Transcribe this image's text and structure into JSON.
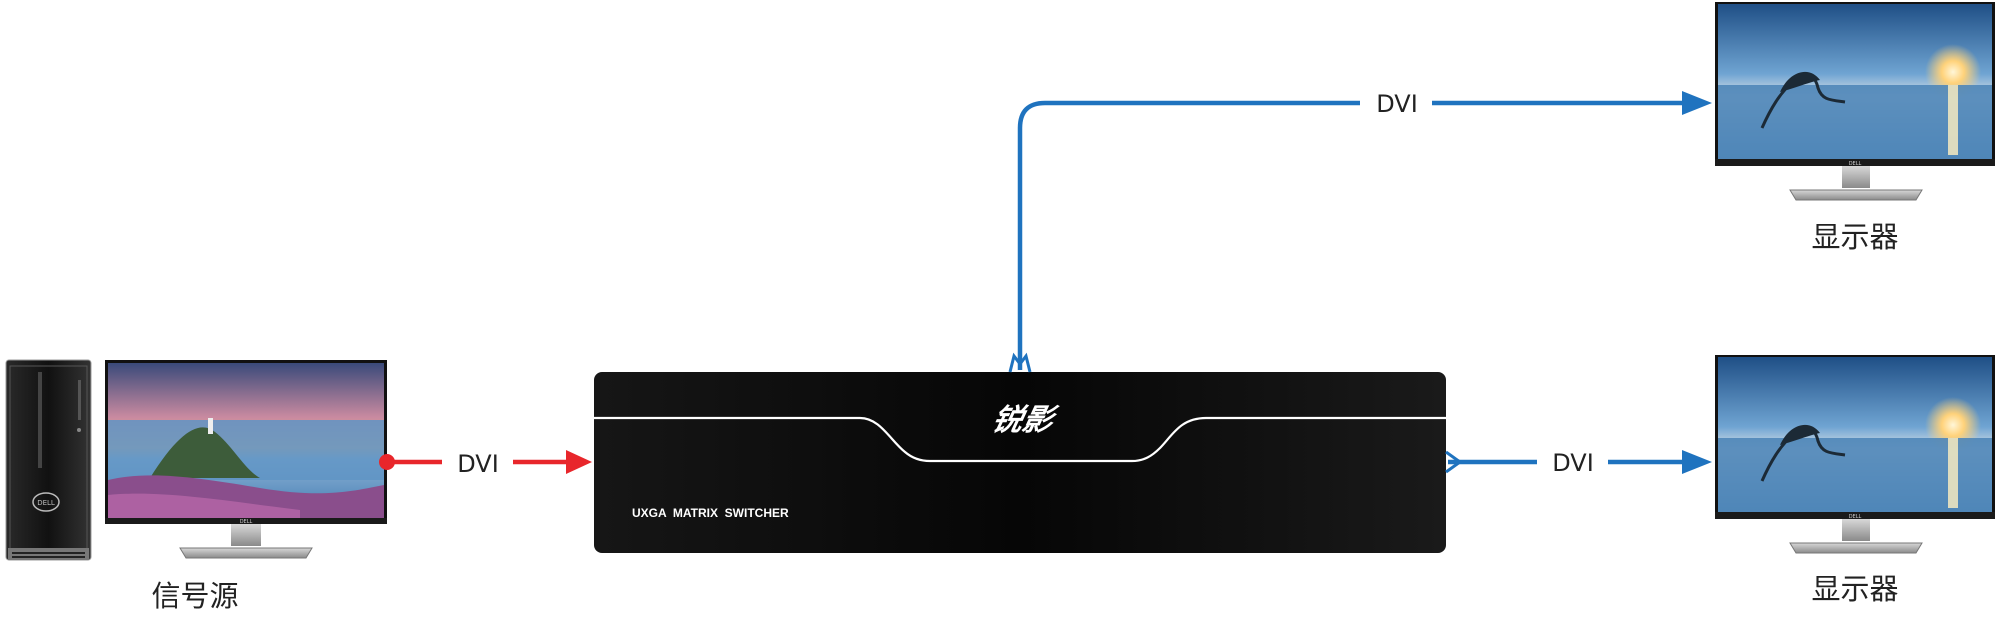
{
  "source": {
    "label": "信号源",
    "pc_brand": "DELL",
    "monitor_brand": "DELL"
  },
  "switcher": {
    "logo_text": "锐影",
    "model_text": "UXGA  MATRIX  SWITCHER"
  },
  "connections": {
    "input_label": "DVI",
    "output_top_label": "DVI",
    "output_bottom_label": "DVI"
  },
  "displays": {
    "top_label": "显示器",
    "bottom_label": "显示器",
    "brand": "DELL"
  },
  "colors": {
    "input_cable": "#e8262b",
    "output_cable": "#1f73bf",
    "device_body": "#0b0b0b"
  }
}
